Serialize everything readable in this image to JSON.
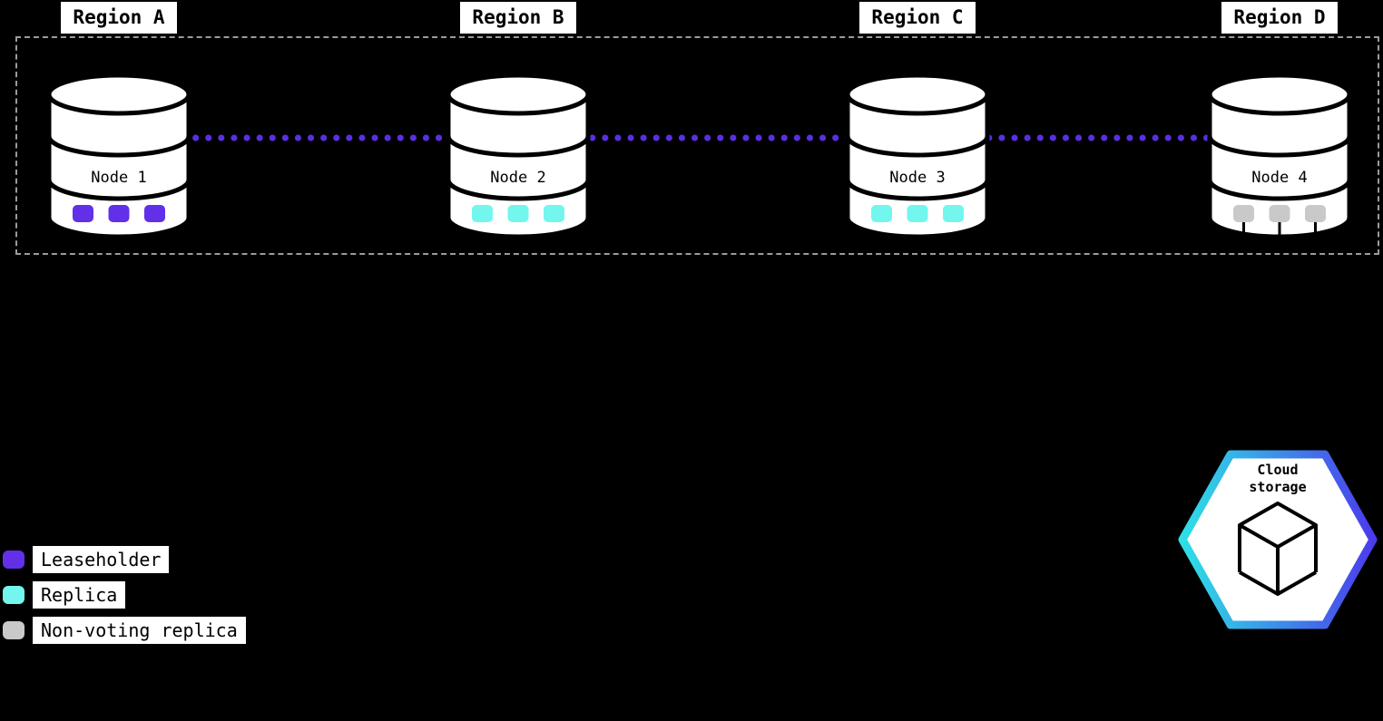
{
  "colors": {
    "background": "#000000",
    "leaseholder": "#6130e8",
    "replica": "#72f6ee",
    "non_voting_replica": "#c9c9c9",
    "connector": "#5b2ee5",
    "hex_gradient_start": "#2ee0e6",
    "hex_gradient_end": "#4b3cec"
  },
  "regions": [
    {
      "label": "Region A",
      "node": {
        "label": "Node 1",
        "replica_type": "leaseholder"
      }
    },
    {
      "label": "Region B",
      "node": {
        "label": "Node 2",
        "replica_type": "replica"
      }
    },
    {
      "label": "Region C",
      "node": {
        "label": "Node 3",
        "replica_type": "replica"
      }
    },
    {
      "label": "Region D",
      "node": {
        "label": "Node 4",
        "replica_type": "non-voting replica"
      }
    }
  ],
  "legend": {
    "items": [
      {
        "label": "Leaseholder"
      },
      {
        "label": "Replica"
      },
      {
        "label": "Non-voting replica"
      }
    ]
  },
  "cloud_storage": {
    "label": "Cloud storage"
  }
}
